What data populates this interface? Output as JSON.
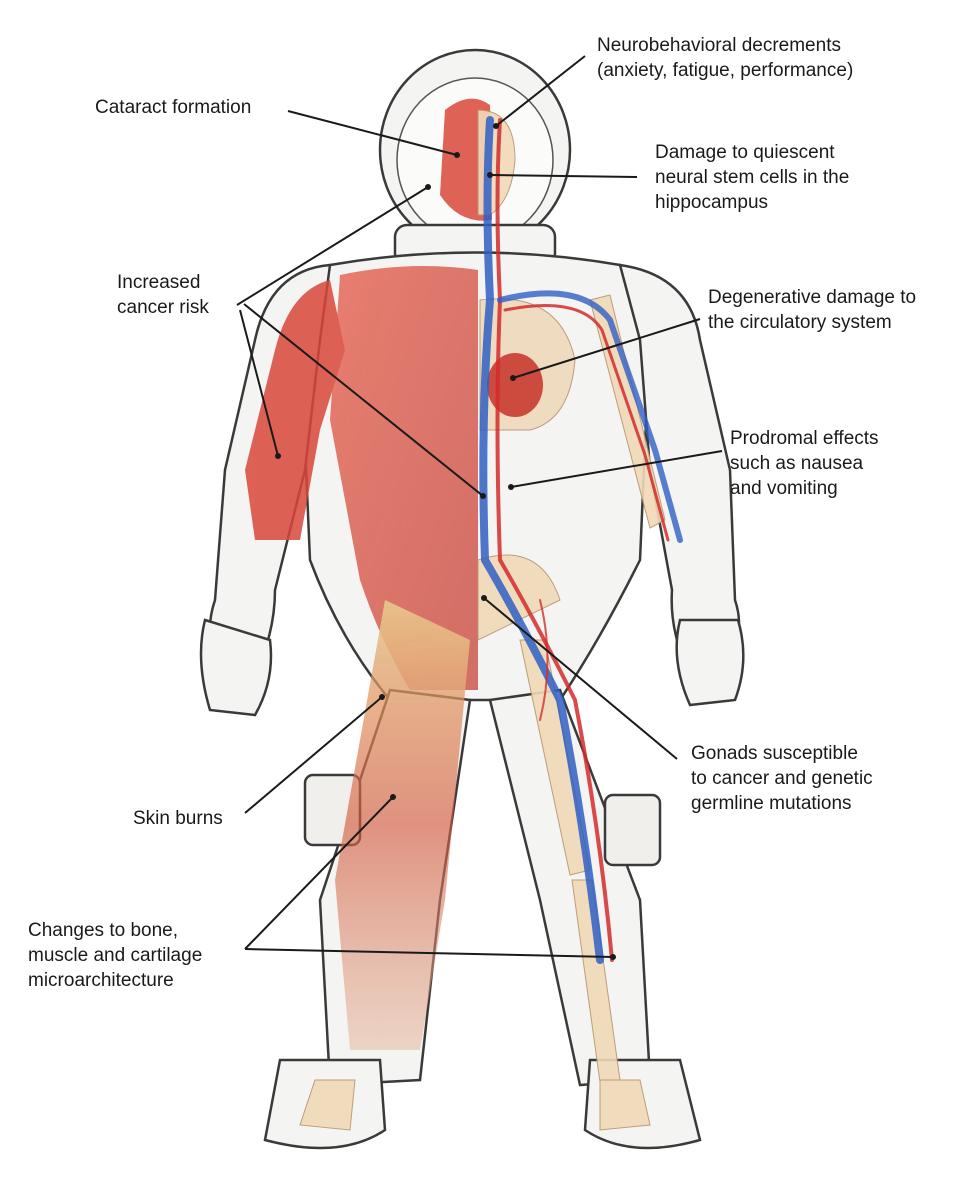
{
  "labels": {
    "neurobehavioral": [
      "Neurobehavioral decrements",
      "(anxiety, fatigue, performance)"
    ],
    "cataract": [
      "Cataract formation"
    ],
    "neural_stem": [
      "Damage to quiescent",
      "neural stem cells in the",
      "hippocampus"
    ],
    "cancer_risk": [
      "Increased",
      "cancer risk"
    ],
    "circulatory": [
      "Degenerative damage to",
      "the circulatory system"
    ],
    "prodromal": [
      "Prodromal effects",
      "such as nausea",
      "and vomiting"
    ],
    "gonads": [
      "Gonads susceptible",
      "to cancer and genetic",
      "germline mutations"
    ],
    "skin_burns": [
      "Skin burns"
    ],
    "bone_muscle": [
      "Changes to bone,",
      "muscle and cartilage",
      "microarchitecture"
    ]
  },
  "colors": {
    "leader_line": "#1a1a1a",
    "suit_outline": "#3a3a3a",
    "suit_fill": "#f4f4f2",
    "muscle": "#d9473a",
    "artery": "#d42a2a",
    "vein": "#2f5fc4",
    "bone": "#f1d9b8"
  }
}
